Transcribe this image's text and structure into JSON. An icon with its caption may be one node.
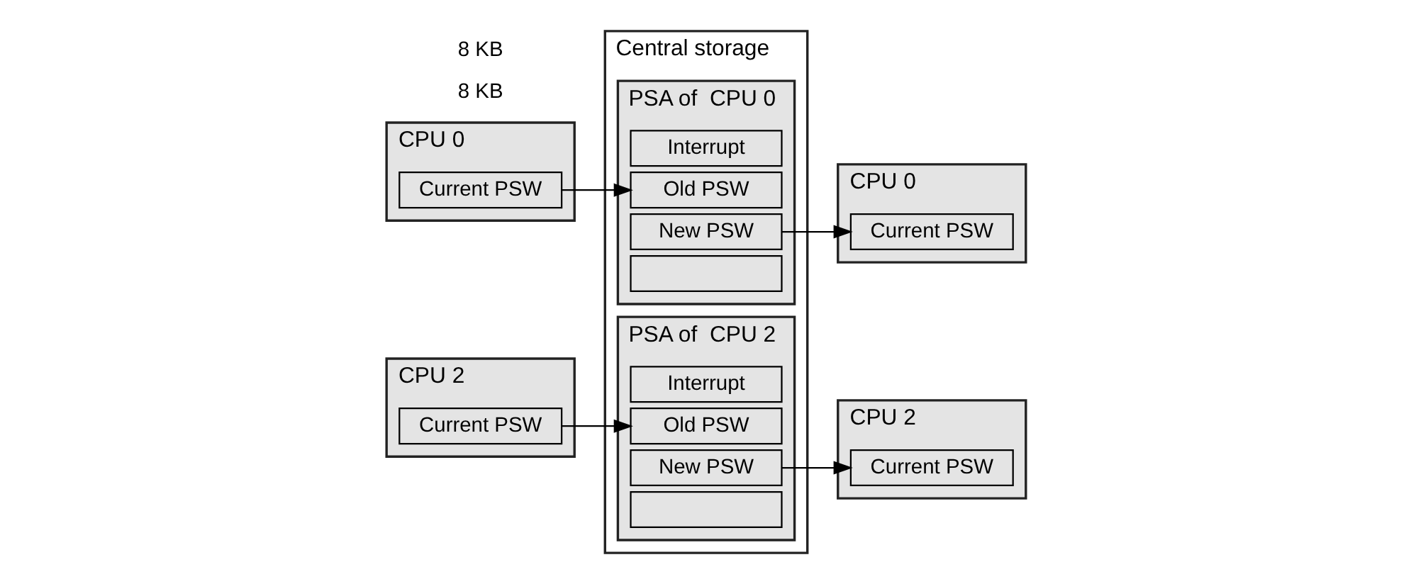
{
  "diagram": {
    "nodes": [
      {
        "text": [
          "CPU 0"
        ]
      },
      {
        "text": [
          "Current PSW"
        ],
        "in": 0
      },
      {
        "text": [
          "CPU 2"
        ]
      },
      {
        "text": [
          "Current PSW"
        ],
        "in": 2
      },
      {
        "text": [
          "Central storage"
        ]
      },
      {
        "text": [
          "PSA of  CPU 0"
        ],
        "in": 4
      },
      {
        "text": [
          "Interrupt"
        ],
        "in": 5
      },
      {
        "text": [
          "Old PSW"
        ],
        "in": 5
      },
      {
        "text": [
          "New PSW"
        ],
        "in": 5
      },
      {
        "text": [],
        "shape": "box",
        "in": 5
      },
      {
        "text": [
          "PSA of  CPU 2"
        ],
        "in": 4
      },
      {
        "text": [
          "Interrupt"
        ],
        "in": 10
      },
      {
        "text": [
          "Old PSW"
        ],
        "in": 10
      },
      {
        "text": [
          "New PSW"
        ],
        "in": 10
      },
      {
        "text": [],
        "shape": "box",
        "in": 10
      },
      {
        "text": [
          "CPU 0"
        ]
      },
      {
        "text": [
          "Current PSW"
        ],
        "in": 15
      },
      {
        "text": [
          "CPU 2"
        ]
      },
      {
        "text": [
          "Current PSW"
        ],
        "in": 17
      }
    ],
    "edges": [
      {
        "from": 1,
        "to": 7,
        "arrow": "to"
      },
      {
        "from": 8,
        "to": 16,
        "arrow": "to"
      },
      {
        "from": 3,
        "to": 12,
        "arrow": "to"
      },
      {
        "from": 13,
        "to": 18,
        "arrow": "to"
      }
    ],
    "labels": [
      "8 KB",
      "8 KB"
    ]
  }
}
